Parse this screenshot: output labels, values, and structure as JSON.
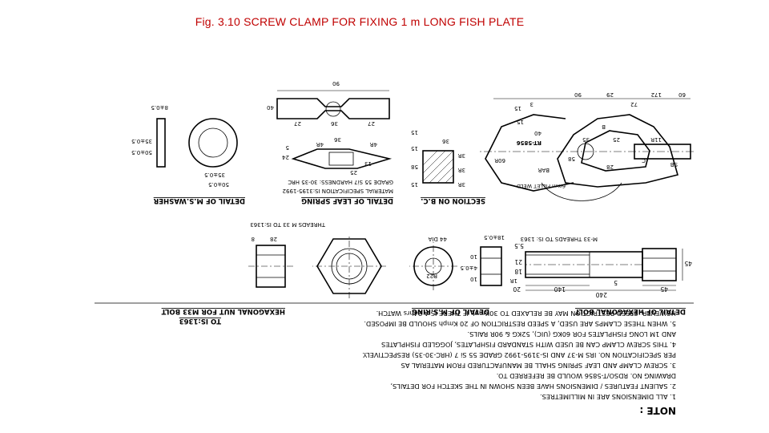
{
  "slide": {
    "title": "Fig. 3.10 SCREW CLAMP FOR FIXING 1 m LONG FISH PLATE",
    "title_color": "#c00000"
  },
  "notes": {
    "heading": "NOTE :",
    "lines": [
      "1.  ALL DIMENSIONS ARE IN MILLIMETRES.",
      "2. SALIENT FEATURES / DIMENSIONS HAVE BEEN SHOWN IN THE SKETCH FOR DETAILS,",
      "     DRAWING NO. RDSO/T-5856 WOULD BE REFERRED TO.",
      "3. SCREW CLAMP AND LEAF SPRING SHALL BE MANUFACTURED FROM MATERIAL AS",
      "     PER SPECIFICATION NO. IRS M-37 AND IS-3195-1992 GRADE 55 Si 7 (HRC-30-35) RESPECTIVELY.",
      "4. THIS SCREW CLAMP CAN BE USED WITH STANDARD FISHPLATES, JOGGLED FISHPLATES",
      "     AND 1M LONG FISHPLATES FOR 60KG (UIC), 52KG & 90R RAILS.",
      "5. WHEN THESE CLAMPS ARE USED, A SPEED RESTRICTION OF 20 Kmph SHOULD BE IMPOSED.",
      "     HOWEVER, SPEED RESTRICTION MAY BE RELAXED  TO 30Kmph IF THERE IS A 24hrs WATCH."
    ]
  },
  "details": {
    "bolt": {
      "title": "DETAIL OF HEXAGONAL BOLT",
      "thread_note": "M-33 THREADS TO IS: 1363",
      "dims": [
        "240",
        "140",
        "20",
        "45",
        "5",
        "18",
        "21",
        "45",
        "5.5"
      ]
    },
    "ring": {
      "title": "DETAIL OF M.S.RING",
      "dims": [
        "18±0.5",
        "10",
        "4±0.5",
        "10",
        "1R",
        "44 DIA",
        "R22"
      ]
    },
    "nut": {
      "title": "HEXAGONAL NUT FOR M33 BOLT",
      "subtitle": "TO IS:1363",
      "thread_note": "THREADS M 33 TO IS:1363",
      "dims": [
        "28",
        "8"
      ]
    },
    "washer": {
      "title": "DETAIL OF M.S.WASHER",
      "dims": [
        "50±0.5",
        "35±0.5",
        "50±0.5",
        "35±0.5",
        "8±0.5"
      ]
    },
    "leaf_spring": {
      "title": "DETAIL OF LEAF SPRING",
      "material_lines": [
        "MATERIAL SPECIFICATION IS:3195-1992",
        "GRADE 55 Si7 HARDNESS: 30-35 HRC"
      ],
      "dims": [
        "25",
        "13",
        "24",
        "5",
        "36",
        "4R",
        "4R",
        "90",
        "27",
        "36",
        "27",
        "40"
      ]
    },
    "section": {
      "title": "SECTION ON B.C.",
      "dims": [
        "36",
        "3R",
        "3R",
        "3R",
        "15",
        "15",
        "58",
        "15"
      ]
    },
    "clamp": {
      "label": "RT-5856",
      "weld_note": "6mm FILLET WELD",
      "bar_label": "BAR",
      "dims": [
        "3",
        "15",
        "40",
        "15",
        "C",
        "B",
        "25",
        "35",
        "11R",
        "58",
        "28",
        "60R",
        "72",
        "172",
        "90",
        "29",
        "60",
        "SB"
      ]
    }
  }
}
